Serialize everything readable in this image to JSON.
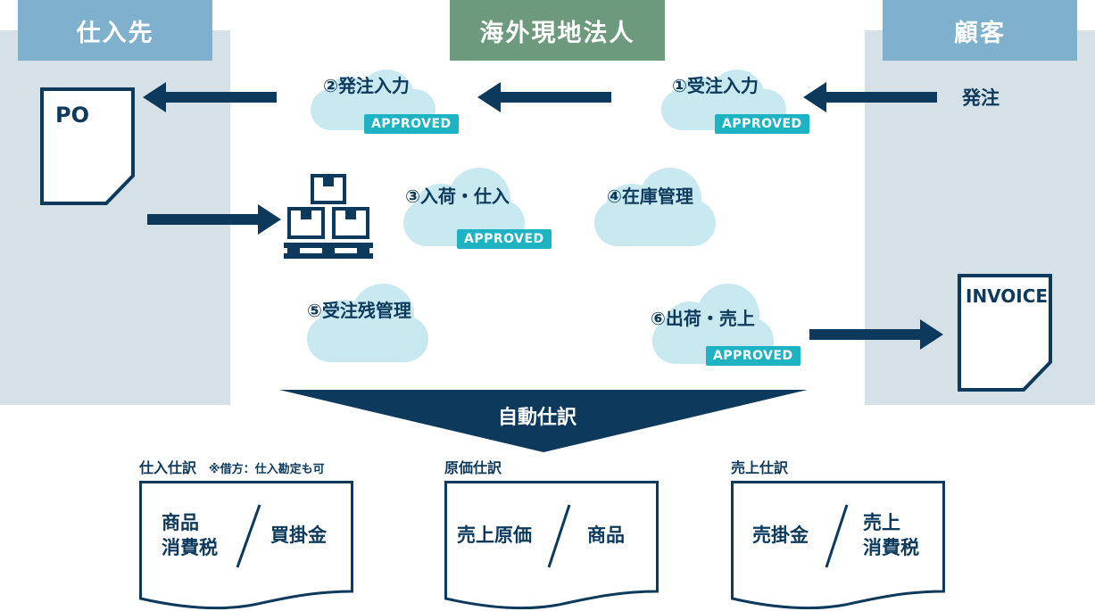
{
  "headers": {
    "supplier": "仕入先",
    "subsidiary": "海外現地法人",
    "customer": "顧客"
  },
  "documents": {
    "po": "PO",
    "invoice": "INVOICE"
  },
  "customer_order": "発注",
  "steps": [
    {
      "label": "①受注入力",
      "badge": "APPROVED"
    },
    {
      "label": "②発注入力",
      "badge": "APPROVED"
    },
    {
      "label": "③入荷・仕入",
      "badge": "APPROVED"
    },
    {
      "label": "④在庫管理"
    },
    {
      "label": "⑤受注残管理"
    },
    {
      "label": "⑥出荷・売上",
      "badge": "APPROVED"
    }
  ],
  "auto_journal": "自動仕訳",
  "journals": [
    {
      "title": "仕入仕訳",
      "note": "※借方：仕入勘定も可",
      "debit": [
        "商品",
        "消費税"
      ],
      "credit": [
        "買掛金"
      ]
    },
    {
      "title": "原価仕訳",
      "note": "",
      "debit": [
        "売上原価"
      ],
      "credit": [
        "商品"
      ]
    },
    {
      "title": "売上仕訳",
      "note": "",
      "debit": [
        "売掛金"
      ],
      "credit": [
        "売上",
        "消費税"
      ]
    }
  ],
  "colors": {
    "navy": "#0d3a5c",
    "panel": "#d5e0e7",
    "header_blue": "#7fb1cf",
    "header_green": "#6d9a7c",
    "cloud": "#c8e9ef",
    "badge": "#1eb3c3"
  },
  "icons": [
    "document-icon",
    "boxes-on-pallet-icon",
    "cloud-icon",
    "arrow-left-icon",
    "arrow-right-icon"
  ]
}
